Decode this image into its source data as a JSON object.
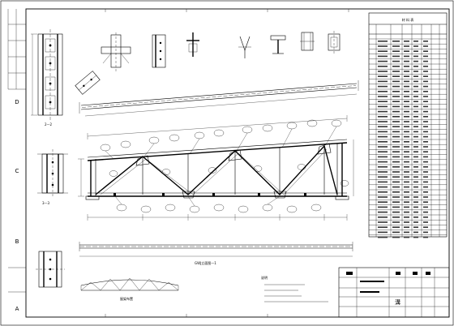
{
  "sheet": {
    "zone_letters": [
      "D",
      "C",
      "B",
      "A"
    ]
  },
  "views": {
    "section_2": "2—2",
    "section_3": "3—3",
    "truss_title": "GWJ立面图—1",
    "bottom_small_title": "屋架布置"
  },
  "notes": {
    "heading": "说明"
  },
  "material_table": {
    "title": "材 料 表"
  },
  "title_block": {
    "stamp_text": "溝"
  }
}
